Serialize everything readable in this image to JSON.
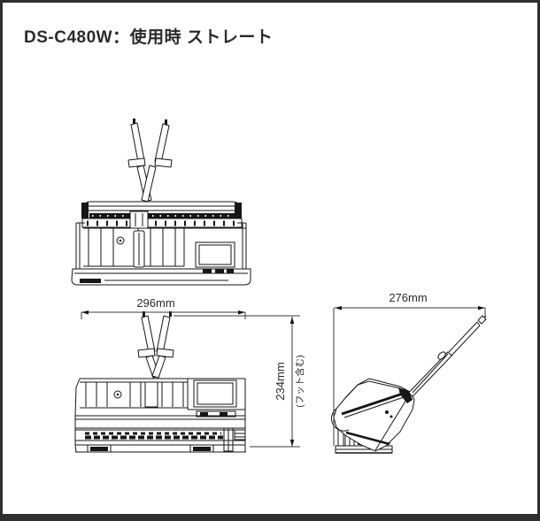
{
  "title": "DS-C480W：使用時 ストレート",
  "dimensions": {
    "front_width": "296mm",
    "height": "234mm",
    "height_note": "(フット含む)",
    "side_width": "276mm"
  },
  "colors": {
    "background": "#ffffff",
    "line": "#161616",
    "border": "#2f2f2f",
    "text": "#2a2a2a"
  }
}
